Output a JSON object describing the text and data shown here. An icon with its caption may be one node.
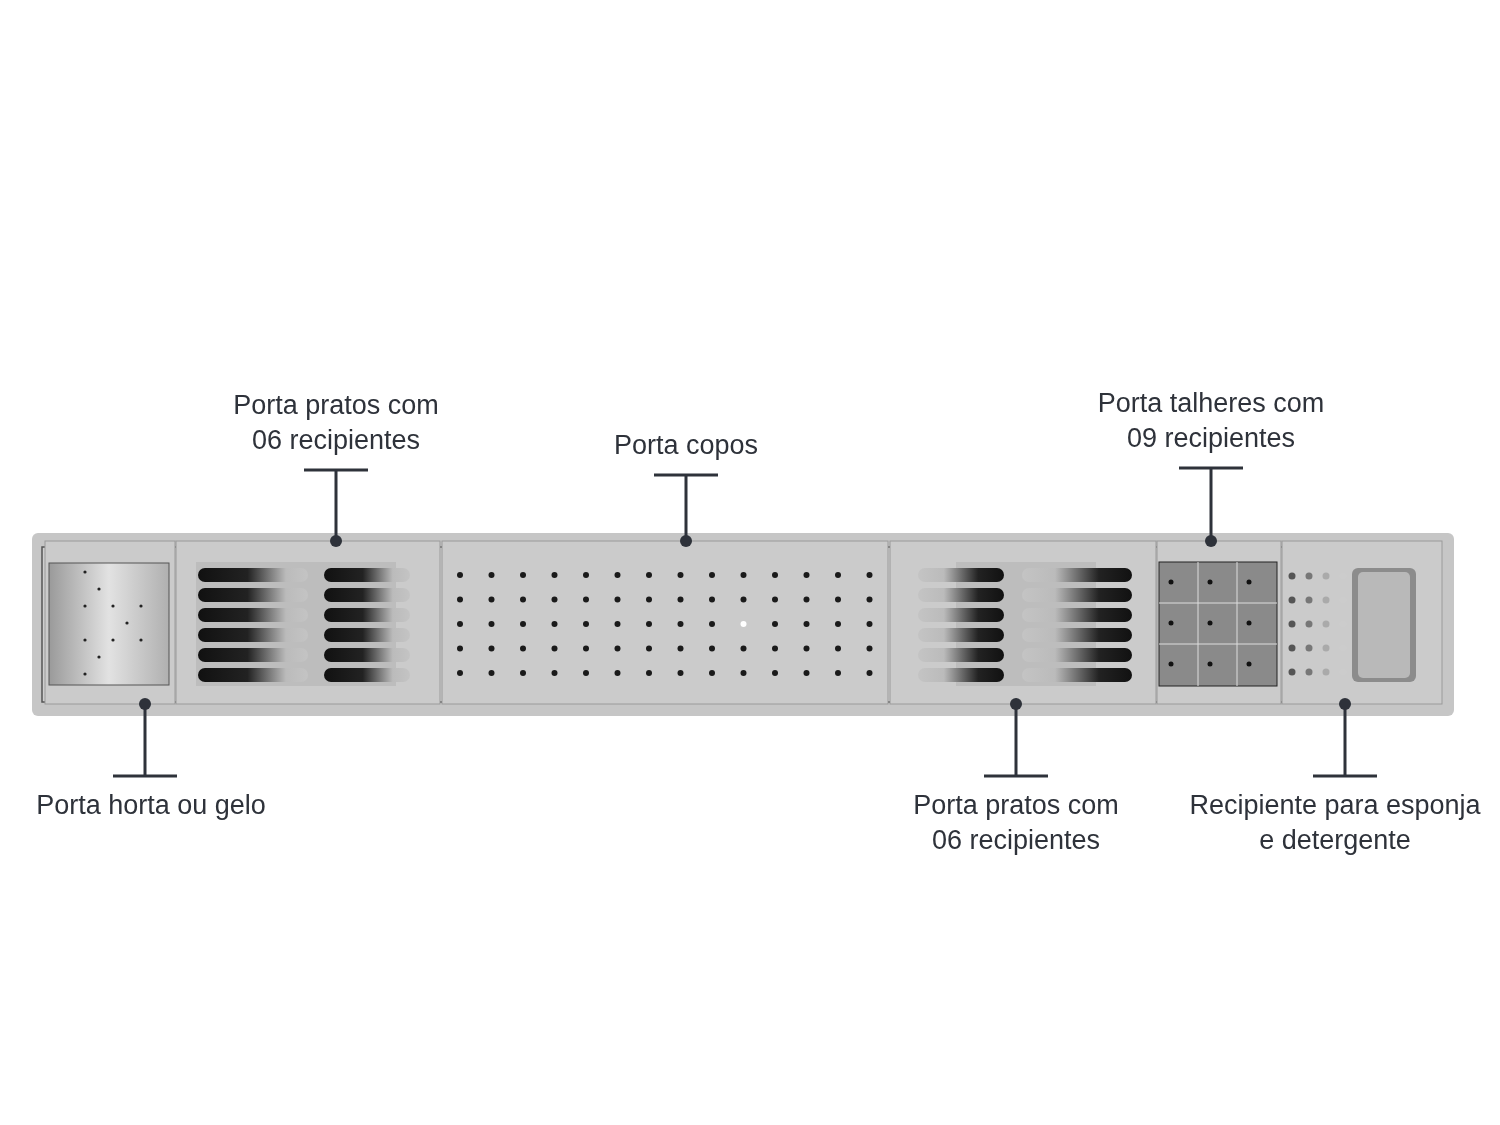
{
  "diagram": {
    "nodes": [
      {
        "text": [
          "Porta pratos com 06 recipientes"
        ]
      },
      {
        "text": [
          "Porta copos"
        ]
      },
      {
        "text": [
          "Porta talheres com 09 recipientes"
        ]
      },
      {
        "text": [
          "Porta horta ou gelo"
        ]
      },
      {
        "text": [
          "Porta pratos com 06 recipientes"
        ]
      },
      {
        "text": [
          "Recipiente para esponja e detergente"
        ]
      },
      {
        "text": [],
        "shape": "picture"
      },
      {
        "text": [],
        "shape": "picture"
      },
      {
        "text": [],
        "shape": "picture"
      },
      {
        "text": [],
        "shape": "picture"
      },
      {
        "text": [],
        "shape": "picture"
      },
      {
        "text": [],
        "shape": "picture"
      }
    ],
    "edges": [
      {
        "from": 0,
        "to": 7,
        "arrow": "other"
      },
      {
        "from": 1,
        "to": 8,
        "arrow": "other"
      },
      {
        "from": 2,
        "to": 10,
        "arrow": "other"
      },
      {
        "from": 3,
        "to": 6,
        "arrow": "other"
      },
      {
        "from": 4,
        "to": 9,
        "arrow": "other"
      },
      {
        "from": 5,
        "to": 11,
        "arrow": "other"
      }
    ]
  }
}
